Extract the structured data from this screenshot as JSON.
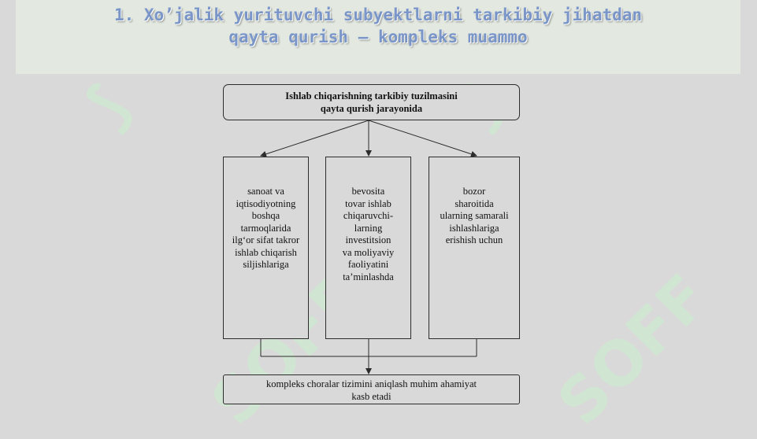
{
  "title": {
    "line1": "1. Xo’jalik yurituvchi subyektlarni tarkibiy jihatdan",
    "line2": "qayta qurish – kompleks muammo"
  },
  "diagram": {
    "top_box": {
      "line1": "Ishlab chiqarishning tarkibiy tuzilmasini",
      "line2": "qayta qurish jarayonida"
    },
    "columns": [
      {
        "lines": [
          "sanoat va",
          "iqtisodiyotning",
          "boshqa",
          "tarmoqlarida",
          "ilg‘or sifat takror",
          "ishlab chiqarish",
          "siljishlariga"
        ]
      },
      {
        "lines": [
          "bevosita",
          "tovar ishlab",
          "chiqaruvchi-",
          "larning",
          "investitsion",
          "va moliyaviy",
          "faoliyatini",
          "ta’minlashda"
        ]
      },
      {
        "lines": [
          "bozor",
          "sharoitida",
          "ularning samarali",
          "ishlashlariga",
          "erishish uchun"
        ]
      }
    ],
    "bottom_box": {
      "line1": "kompleks choralar tizimini aniqlash muhim ahamiyat",
      "line2": "kasb etadi"
    }
  },
  "watermark": {
    "text": "SOFF",
    "color": "#c8f0cd"
  },
  "colors": {
    "background": "#d9d9d9",
    "title_band": "#e3e8e0",
    "title_text": "#7a96c9",
    "line": "#2c2c2c"
  }
}
